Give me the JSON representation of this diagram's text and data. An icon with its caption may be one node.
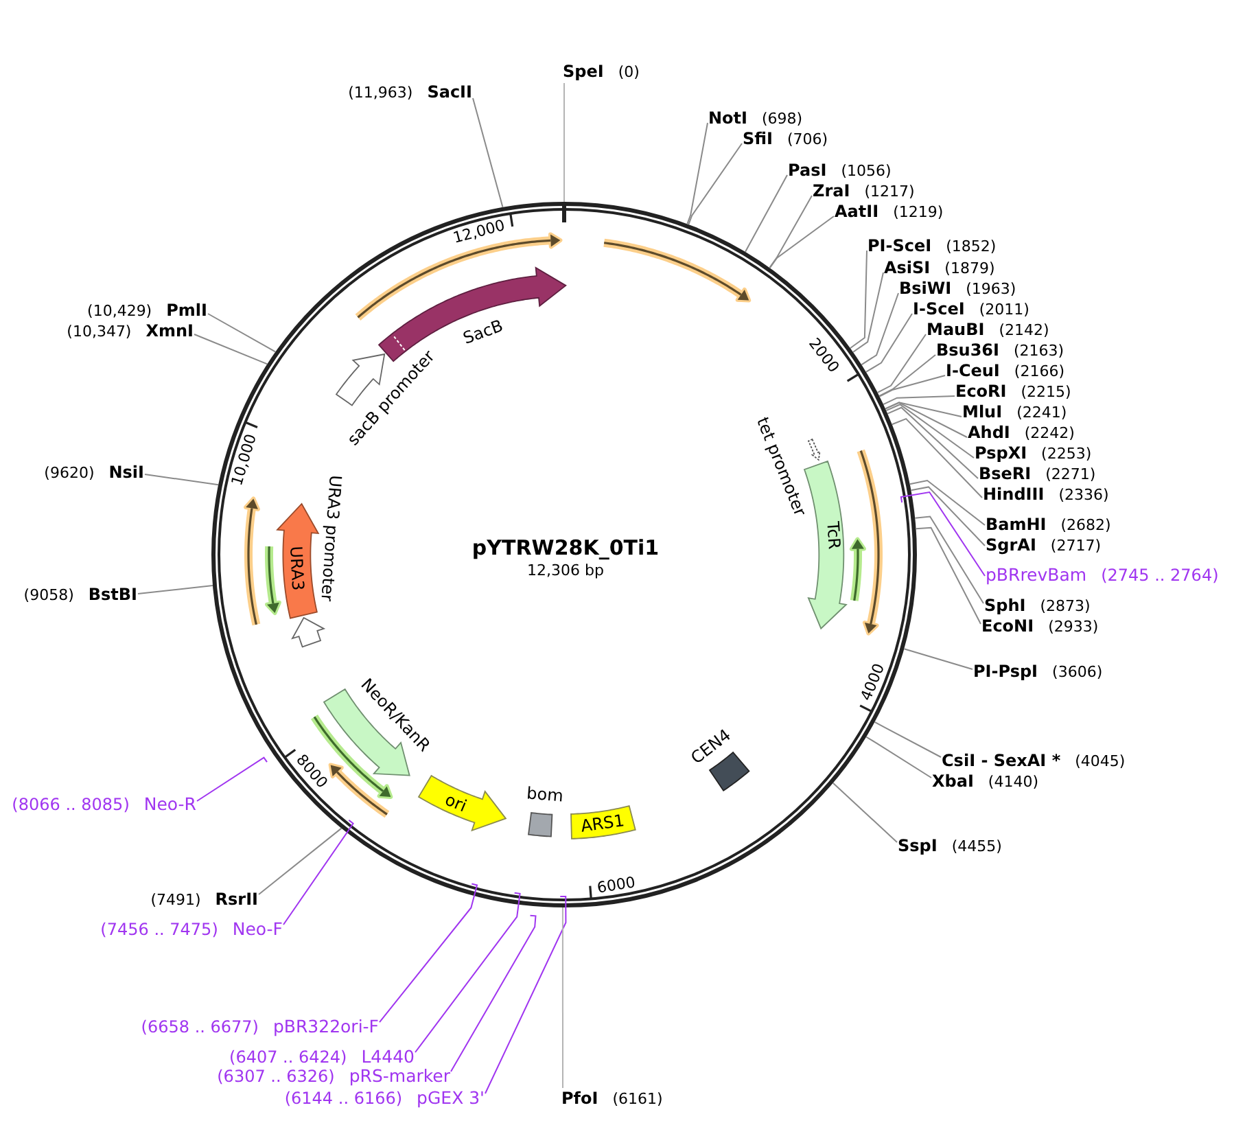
{
  "diagram": {
    "title": "pYTRW28K_0Ti1",
    "nodes": [
      {
        "text": [
          "SpeI",
          "(0)"
        ]
      },
      {
        "text": [
          "(11,963)",
          "SacII"
        ]
      },
      {
        "text": [
          "NotI",
          "(698)"
        ]
      },
      {
        "text": [
          "SfiI",
          "(706)"
        ]
      },
      {
        "text": [
          "PasI",
          "(1056)"
        ]
      },
      {
        "text": [
          "ZraI",
          "(1217)"
        ]
      },
      {
        "text": [
          "AatII",
          "(1219)"
        ]
      },
      {
        "text": [
          "PI-SceI",
          "(1852)"
        ]
      },
      {
        "text": [
          "AsiSI",
          "(1879)"
        ]
      },
      {
        "text": [
          "BsiWI",
          "(1963)"
        ]
      },
      {
        "text": [
          "I-SceI",
          "(2011)"
        ]
      },
      {
        "text": [
          "(10,429)",
          "PmlI"
        ]
      },
      {
        "text": [
          "MauBI",
          "(2142)"
        ]
      },
      {
        "text": [
          "(10,347)",
          "XmnI"
        ]
      },
      {
        "text": [
          "Bsu36I",
          "(2163)"
        ]
      },
      {
        "text": [
          "I-CeuI",
          "(2166)"
        ]
      },
      {
        "text": [
          "EcoRI",
          "(2215)"
        ]
      },
      {
        "text": [
          "MluI",
          "(2241)"
        ]
      },
      {
        "text": [
          "AhdI",
          "(2242)"
        ]
      },
      {
        "text": [
          "PspXI",
          "(2253)"
        ]
      },
      {
        "text": [
          "(9620)",
          "NsiI"
        ]
      },
      {
        "text": [
          "BseRI",
          "(2271)"
        ]
      },
      {
        "text": [
          "HindIII",
          "(2336)"
        ]
      },
      {
        "text": [
          "BamHI",
          "(2682)"
        ]
      },
      {
        "text": [
          "SgrAI",
          "(2717)"
        ]
      },
      {
        "text": [
          "pBRrevBam",
          "(2745 .. 2764)"
        ]
      },
      {
        "text": [
          "(9058)",
          "BstBI"
        ]
      },
      {
        "text": [
          "SphI",
          "(2873)"
        ]
      },
      {
        "text": [
          "EcoNI",
          "(2933)"
        ]
      },
      {
        "text": [
          "PI-PspI",
          "(3606)"
        ]
      },
      {
        "text": [
          "CsiI - SexAI *",
          "(4045)"
        ]
      },
      {
        "text": [
          "XbaI",
          "(4140)"
        ]
      },
      {
        "text": [
          "(8066 .. 8085)",
          "Neo-R"
        ]
      },
      {
        "text": [
          "SspI",
          "(4455)"
        ]
      },
      {
        "text": [
          "(7491)",
          "RsrII"
        ]
      },
      {
        "text": [
          "(7456 .. 7475)",
          "Neo-F"
        ]
      },
      {
        "text": [
          "(6658 .. 6677)",
          "pBR322ori-F"
        ]
      },
      {
        "text": [
          "(6407 .. 6424)",
          "L4440"
        ]
      },
      {
        "text": [
          "(6307 .. 6326)",
          "pRS-marker"
        ]
      },
      {
        "text": [
          "(6144 .. 6166)",
          "pGEX 3'"
        ]
      },
      {
        "text": [
          "PfoI",
          "(6161)"
        ]
      },
      {
        "text": [
          "SacB"
        ]
      },
      {
        "text": [
          "sacB promoter"
        ]
      },
      {
        "text": [
          "tet promoter"
        ]
      },
      {
        "text": [
          "TcR"
        ]
      },
      {
        "text": [
          "URA3"
        ]
      },
      {
        "text": [
          "URA3 promoter"
        ]
      },
      {
        "text": [
          "NeoR/KanR"
        ]
      },
      {
        "text": [
          "CEN4"
        ]
      },
      {
        "text": [
          "ori"
        ]
      },
      {
        "text": [
          "bom"
        ]
      },
      {
        "text": [
          "ARS1"
        ]
      }
    ],
    "edges": [
      {
        "from": 0,
        "to": null,
        "arrow": "none",
        "color": "#b4b4b4"
      },
      {
        "from": 1,
        "to": null,
        "arrow": "none"
      },
      {
        "from": 2,
        "to": null,
        "arrow": "none"
      },
      {
        "from": 3,
        "to": null,
        "arrow": "none"
      },
      {
        "from": 4,
        "to": null,
        "arrow": "none"
      },
      {
        "from": 5,
        "to": null,
        "arrow": "none"
      },
      {
        "from": 6,
        "to": null,
        "arrow": "none"
      },
      {
        "from": 7,
        "to": null,
        "arrow": "none"
      },
      {
        "from": 8,
        "to": null,
        "arrow": "none"
      },
      {
        "from": 9,
        "to": null,
        "arrow": "none"
      },
      {
        "from": 10,
        "to": null,
        "arrow": "none"
      },
      {
        "from": 11,
        "to": null,
        "arrow": "none"
      },
      {
        "from": 12,
        "to": null,
        "arrow": "none"
      },
      {
        "from": 13,
        "to": null,
        "arrow": "none"
      },
      {
        "from": 14,
        "to": null,
        "arrow": "none"
      },
      {
        "from": 15,
        "to": null,
        "arrow": "none"
      },
      {
        "from": 16,
        "to": null,
        "arrow": "none"
      },
      {
        "from": 17,
        "to": null,
        "arrow": "none"
      },
      {
        "from": 18,
        "to": null,
        "arrow": "none"
      },
      {
        "from": 19,
        "to": null,
        "arrow": "none"
      },
      {
        "from": 20,
        "to": null,
        "arrow": "none"
      },
      {
        "from": 21,
        "to": null,
        "arrow": "none"
      },
      {
        "from": 22,
        "to": null,
        "arrow": "none"
      },
      {
        "from": 23,
        "to": null,
        "arrow": "none"
      },
      {
        "from": 24,
        "to": null,
        "arrow": "none"
      },
      {
        "from": 25,
        "to": null,
        "arrow": "none",
        "color": "#a035f0"
      },
      {
        "from": 26,
        "to": null,
        "arrow": "none"
      },
      {
        "from": 27,
        "to": null,
        "arrow": "none"
      },
      {
        "from": 28,
        "to": null,
        "arrow": "none"
      },
      {
        "from": 29,
        "to": null,
        "arrow": "none"
      },
      {
        "from": 30,
        "to": null,
        "arrow": "none"
      },
      {
        "from": 31,
        "to": null,
        "arrow": "none"
      },
      {
        "from": 32,
        "to": null,
        "arrow": "none",
        "color": "#a035f0"
      },
      {
        "from": 33,
        "to": null,
        "arrow": "none"
      },
      {
        "from": 34,
        "to": null,
        "arrow": "none"
      },
      {
        "from": 35,
        "to": null,
        "arrow": "none",
        "color": "#a035f0"
      },
      {
        "from": 36,
        "to": null,
        "arrow": "none",
        "color": "#a035f0"
      },
      {
        "from": 37,
        "to": null,
        "arrow": "none",
        "color": "#a035f0"
      },
      {
        "from": 38,
        "to": null,
        "arrow": "none",
        "color": "#a035f0"
      },
      {
        "from": 39,
        "to": null,
        "arrow": "none",
        "color": "#a035f0"
      },
      {
        "from": 40,
        "to": null,
        "arrow": "none",
        "color": "#b4b4b4"
      }
    ],
    "labels": [
      "12,000",
      "2000",
      "10,000",
      "12,306 bp",
      "4000",
      "8000",
      "6000"
    ]
  }
}
